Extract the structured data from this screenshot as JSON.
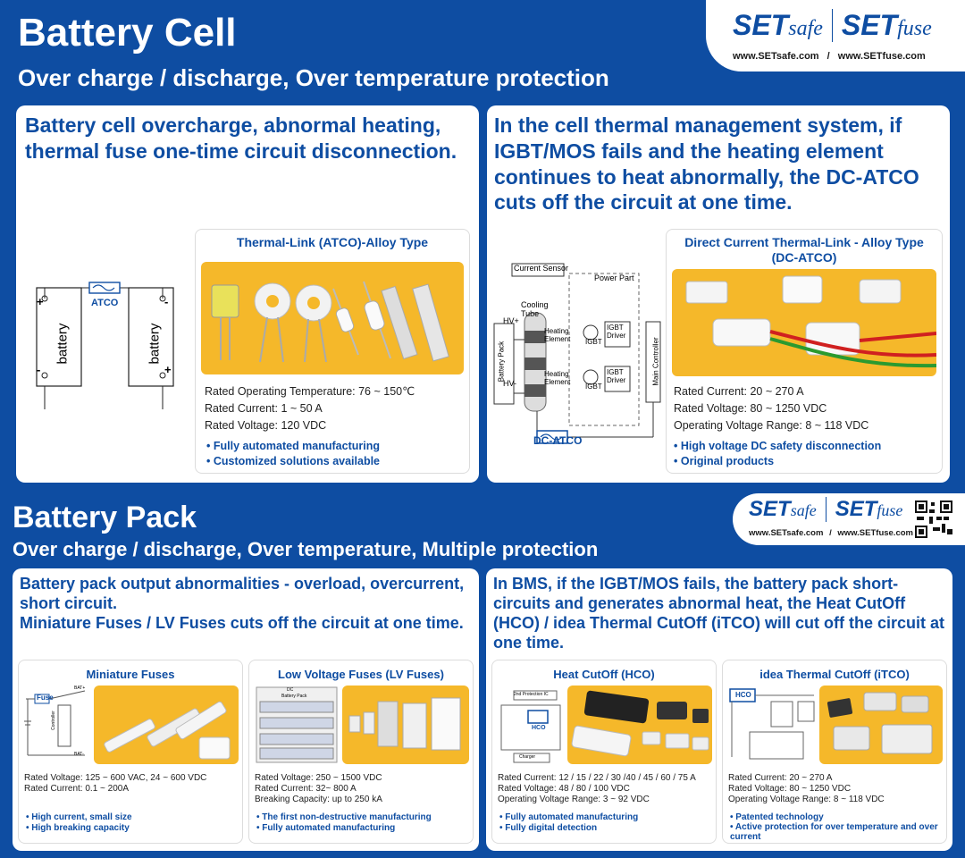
{
  "top": {
    "title": "Battery Cell",
    "subtitle": "Over charge / discharge, Over temperature protection",
    "logo": {
      "brand1_big": "SET",
      "brand1_small": "safe",
      "brand2_big": "SET",
      "brand2_small": "fuse",
      "url1": "www.SETsafe.com",
      "url_sep": "/",
      "url2": "www.SETfuse.com"
    },
    "left": {
      "heading": "Battery cell overcharge, abnormal heating, thermal fuse one-time circuit disconnection.",
      "diagram": {
        "cell_label": "battery",
        "fuse_label": "ATCO",
        "plus": "+",
        "minus": "-"
      },
      "card": {
        "title": "Thermal-Link (ATCO)-Alloy Type",
        "specs": [
          "Rated Operating Temperature: 76 ~ 150℃",
          "Rated Current: 1 ~ 50 A",
          "Rated Voltage: 120 VDC"
        ],
        "bullets": [
          "Fully automated manufacturing",
          "Customized solutions available"
        ]
      }
    },
    "right": {
      "heading": "In the cell thermal management system, if IGBT/MOS fails and the heating element continues to heat abnormally, the DC-ATCO cuts off the circuit at one time.",
      "diagram": {
        "current_sensor": "Current Sensor",
        "power_part": "Power Part",
        "cooling": "Cooling",
        "tube": "Tube",
        "heating": "Heating",
        "element": "Element",
        "igbt": "IGBT",
        "igbt_driver1": "IGBT",
        "igbt_driver2": "Driver",
        "battery_pack": "Battery Pack",
        "main_controller": "Main Controller",
        "hv_plus": "HV+",
        "hv_minus": "HV-",
        "fuse_label": "DC-ATCO"
      },
      "card": {
        "title_line1": "Direct Current Thermal-Link - Alloy Type",
        "title_line2": "(DC-ATCO)",
        "specs": [
          "Rated Current: 20 ~ 270 A",
          "Rated Voltage: 80 ~ 1250 VDC",
          "Operating Voltage Range: 8 ~ 118 VDC"
        ],
        "bullets": [
          "High voltage DC safety disconnection",
          "Original products"
        ]
      }
    }
  },
  "bottom": {
    "title": "Battery Pack",
    "subtitle": "Over charge / discharge, Over temperature, Multiple protection",
    "logo": {
      "brand1_big": "SET",
      "brand1_small": "safe",
      "brand2_big": "SET",
      "brand2_small": "fuse",
      "url1": "www.SETsafe.com",
      "url_sep": "/",
      "url2": "www.SETfuse.com"
    },
    "left": {
      "heading_line1": "Battery pack output abnormalities - overload, overcurrent, short circuit.",
      "heading_line2": "Miniature Fuses / LV Fuses cuts off the circuit at one time.",
      "card1": {
        "title": "Miniature Fuses",
        "diagram": {
          "fuse": "Fuse",
          "controller": "Controller",
          "bat_plus": "BAT+",
          "bat_minus": "BAT-"
        },
        "specs": [
          "Rated Voltage: 125  ~ 600 VAC,  24 ~ 600 VDC",
          "Rated Current: 0.1 ~ 200A"
        ],
        "bullets": [
          "High current, small size",
          "High breaking capacity"
        ]
      },
      "card2": {
        "title": "Low Voltage Fuses (LV Fuses)",
        "diagram": {
          "dc": "DC",
          "pack": "Battery Pack"
        },
        "specs": [
          "Rated Voltage: 250 ~ 1500 VDC",
          "Rated Current: 32~ 800 A",
          "Breaking Capacity: up to 250 kA"
        ],
        "bullets": [
          "The first non-destructive manufacturing",
          "Fully automated manufacturing"
        ]
      }
    },
    "right": {
      "heading": "In BMS, if the IGBT/MOS fails, the battery pack short-circuits and generates abnormal heat, the Heat CutOff (HCO) / idea Thermal CutOff (iTCO) will cut off the circuit at one time.",
      "card1": {
        "title": "Heat CutOff (HCO)",
        "diagram": {
          "label": "HCO",
          "protection": "2nd Protection IC",
          "charger": "Charger"
        },
        "specs": [
          "Rated Current: 12 / 15 / 22 / 30 /40 / 45 / 60 / 75 A",
          "Rated Voltage: 48 / 80 / 100 VDC",
          "Operating Voltage Range: 3 ~ 92 VDC"
        ],
        "bullets": [
          "Fully automated manufacturing",
          "Fully digital detection"
        ]
      },
      "card2": {
        "title": "idea Thermal CutOff (iTCO)",
        "diagram": {
          "label": "HCO"
        },
        "specs": [
          "Rated Current: 20 ~ 270 A",
          "Rated Voltage: 80 ~ 1250 VDC",
          "Operating Voltage Range: 8 ~ 118 VDC"
        ],
        "bullets": [
          "Patented technology",
          "Active protection for over temperature and over current"
        ]
      }
    }
  },
  "colors": {
    "brand_blue": "#0e4da2",
    "photo_bg": "#f5b82a",
    "fuse_red": "#c0392b"
  }
}
